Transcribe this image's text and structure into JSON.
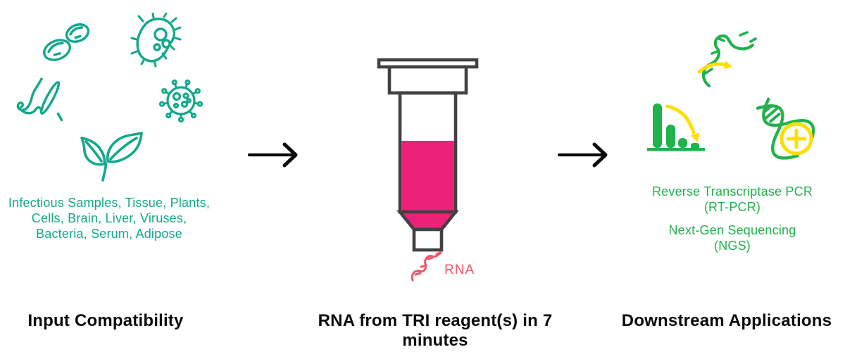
{
  "diagram": {
    "colors": {
      "teal": "#13A78B",
      "green": "#22B14C",
      "yellow": "#FFDE00",
      "magenta": "#EC2178",
      "rose": "#F3566A",
      "outline": "#414042",
      "ink": "#0a0a0a"
    },
    "input": {
      "caption": "Input Compatibility",
      "samples": "Infectious Samples, Tissue, Plants,\nCells, Brain, Liver, Viruses,\nBacteria, Serum, Adipose",
      "icons": [
        "blood-cells",
        "bacteria",
        "nasal-swab",
        "virus",
        "plant-seedling"
      ]
    },
    "process": {
      "caption": "RNA from TRI reagent(s) in 7 minutes",
      "output_label": "RNA",
      "icons": [
        "spin-column",
        "rna-strand"
      ]
    },
    "downstream": {
      "caption": "Downstream Applications",
      "icons": [
        "qpcr-decay-chart",
        "rna-to-cdna-arrow",
        "dna-plus-circle"
      ],
      "applications": [
        {
          "name": "Reverse Transcriptase PCR",
          "abbr": "(RT-PCR)"
        },
        {
          "name": "Next-Gen Sequencing",
          "abbr": "(NGS)"
        }
      ]
    }
  }
}
